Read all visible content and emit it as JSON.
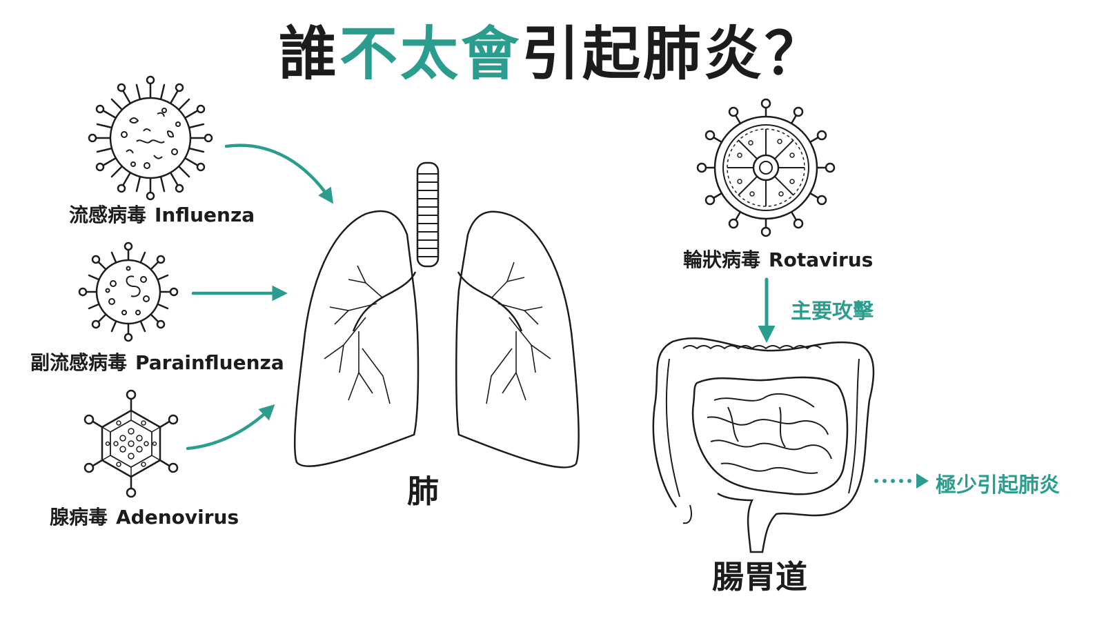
{
  "title": {
    "pre": "誰",
    "highlight": "不太會",
    "post": "引起肺炎？"
  },
  "viruses": {
    "influenza": {
      "zh": "流感病毒",
      "en": "Influenza"
    },
    "parainfluenza": {
      "zh": "副流感病毒",
      "en": "Parainfluenza"
    },
    "adenovirus": {
      "zh": "腺病毒",
      "en": "Adenovirus"
    },
    "rotavirus": {
      "zh": "輪狀病毒",
      "en": "Rotavirus"
    }
  },
  "organs": {
    "lung": "肺",
    "gut": "腸胃道"
  },
  "annotations": {
    "main_attack": "主要攻擊",
    "rarely_pneumonia": "極少引起肺炎"
  },
  "colors": {
    "accent": "#2a9d8f",
    "ink": "#1c1c1c",
    "background": "#ffffff"
  },
  "icons": [
    "influenza-virus-icon",
    "parainfluenza-virus-icon",
    "adenovirus-icon",
    "rotavirus-icon",
    "lungs-icon",
    "intestines-icon"
  ]
}
